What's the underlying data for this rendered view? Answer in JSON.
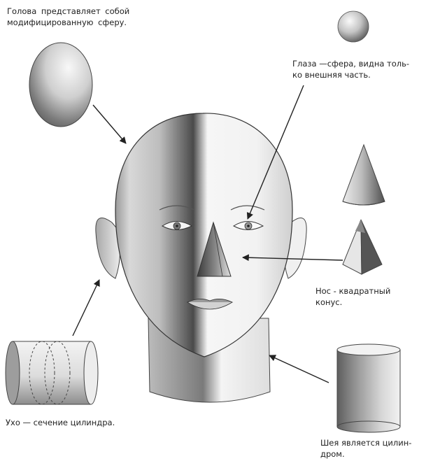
{
  "labels": {
    "head": "Голова представляет собой\nмодифицированную сферу.",
    "eyes": "Глаза —сфера, видна толь-\nко внешняя часть.",
    "nose": "Нос - квадратный\nконус.",
    "ear": "Ухо — сечение цилиндра.",
    "neck": "Шея является цилин-\nдром."
  },
  "colors": {
    "ink": "#2a2a2a",
    "shade": "#6b6b6b",
    "light": "#f4f4f4"
  }
}
